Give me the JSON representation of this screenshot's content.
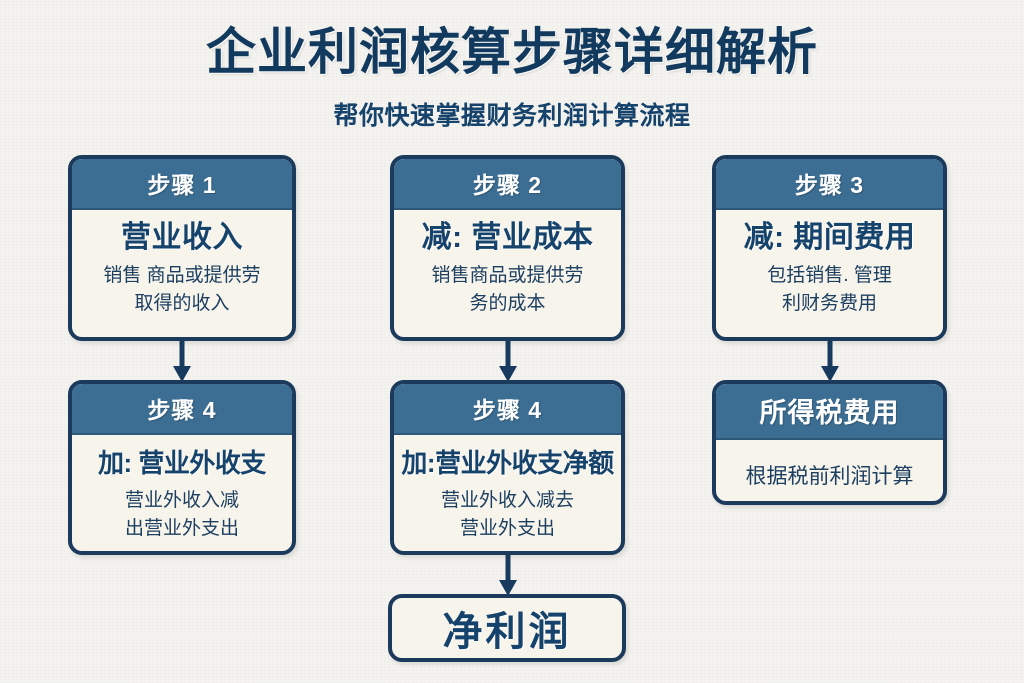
{
  "header": {
    "title": "企业利润核算步骤详细解析",
    "subtitle": "帮你快速掌握财务利润计算流程"
  },
  "colors": {
    "background": "#f4f3ef",
    "card_border": "#1b3a5c",
    "card_header_bg": "#3c6e93",
    "card_body_bg": "#f7f4ec",
    "title_navy": "#123a5e",
    "arrow": "#173a5e"
  },
  "cards": [
    {
      "id": "step-1",
      "step_label": "步骤 1",
      "title": "营业收入",
      "desc_lines": [
        "销售 商品或提供劳",
        "取得的收入"
      ]
    },
    {
      "id": "step-2",
      "step_label": "步骤 2",
      "title": "减: 营业成本",
      "desc_lines": [
        "销售商品或提供劳",
        "务的成本"
      ]
    },
    {
      "id": "step-3",
      "step_label": "步骤 3",
      "title": "减: 期间费用",
      "desc_lines": [
        "包括销售. 管理",
        "利财务费用"
      ]
    },
    {
      "id": "step-4-left",
      "step_label": "步骤 4",
      "title": "加: 营业外收支",
      "desc_lines": [
        "营业外收入减",
        "出营业外支出"
      ]
    },
    {
      "id": "step-4-middle",
      "step_label": "步骤 4",
      "title": "加:营业外收支净额",
      "desc_lines": [
        "营业外收入减去",
        "营业外支出"
      ]
    },
    {
      "id": "income-tax",
      "step_label": "所得税费用",
      "title": "",
      "desc_lines": [
        "根据税前利润计算"
      ]
    }
  ],
  "result": {
    "label": "净利润"
  },
  "arrows": [
    {
      "id": "arrow-step1-to-step4left",
      "direction": "down"
    },
    {
      "id": "arrow-step2-to-step4middle",
      "direction": "down"
    },
    {
      "id": "arrow-step3-to-incometax",
      "direction": "down"
    },
    {
      "id": "arrow-step4middle-to-netprofit",
      "direction": "down"
    }
  ]
}
